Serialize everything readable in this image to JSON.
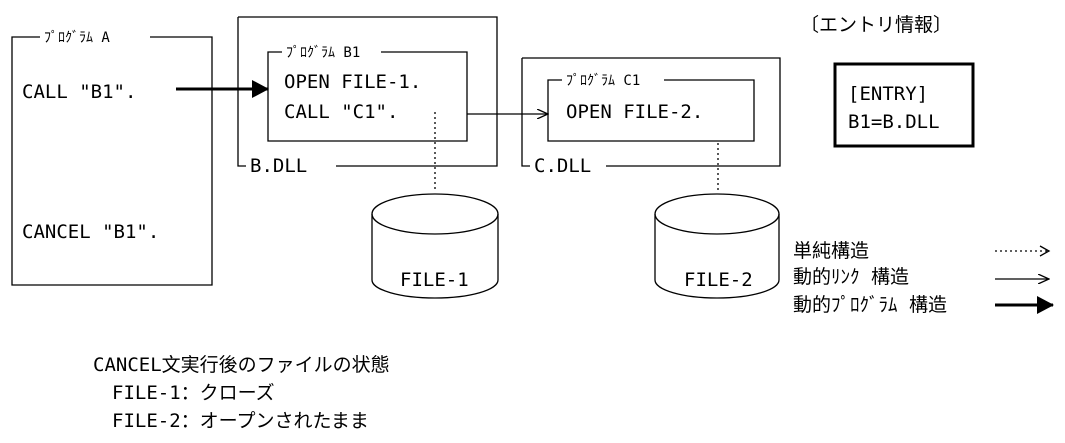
{
  "program_a": {
    "label": "ﾌﾟﾛｸﾞﾗﾑ A",
    "call_stmt": "CALL \"B1\".",
    "cancel_stmt": "CANCEL \"B1\"."
  },
  "program_b1": {
    "label": "ﾌﾟﾛｸﾞﾗﾑ B1",
    "line1": "OPEN FILE-1.",
    "line2": "CALL \"C1\".",
    "dll": "B.DLL"
  },
  "program_c1": {
    "label": "ﾌﾟﾛｸﾞﾗﾑ C1",
    "line1": "OPEN FILE-2.",
    "dll": "C.DLL"
  },
  "entry_info": {
    "title": "〔エントリ情報〕",
    "line1": "[ENTRY]",
    "line2": "B1=B.DLL"
  },
  "files": {
    "file1": "FILE-1",
    "file2": "FILE-2"
  },
  "legend": {
    "simple": "単純構造",
    "dynamic_link": "動的ﾘﾝｸ 構造",
    "dynamic_program": "動的ﾌﾟﾛｸﾞﾗﾑ 構造"
  },
  "status": {
    "title": "CANCEL文実行後のファイルの状態",
    "file1": "FILE-1：クローズ",
    "file2": "FILE-2：オープンされたまま"
  }
}
